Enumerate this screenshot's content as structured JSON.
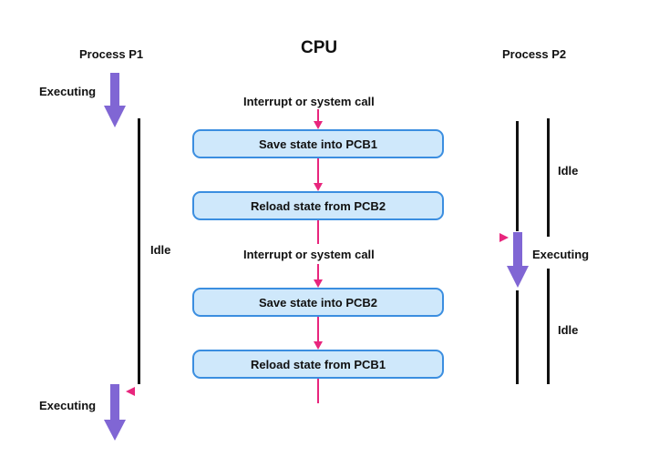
{
  "diagram": {
    "title": "CPU",
    "process_left": {
      "label": "Process P1",
      "states": [
        "Executing",
        "Idle",
        "Executing"
      ]
    },
    "process_right": {
      "label": "Process P2",
      "states": [
        "Idle",
        "Executing",
        "Idle"
      ]
    },
    "cpu_steps": [
      {
        "type": "event",
        "label": "Interrupt or system call"
      },
      {
        "type": "box",
        "label": "Save state into PCB1"
      },
      {
        "type": "box",
        "label": "Reload state from PCB2"
      },
      {
        "type": "event",
        "label": "Interrupt or system call"
      },
      {
        "type": "box",
        "label": "Save state into PCB2"
      },
      {
        "type": "box",
        "label": "Reload state from PCB1"
      }
    ],
    "colors": {
      "exec_arrow": "#8066d4",
      "flow_arrow": "#e8267d",
      "box_fill": "#cfe8fb",
      "box_border": "#3b8ee0",
      "timeline": "#111111"
    }
  }
}
